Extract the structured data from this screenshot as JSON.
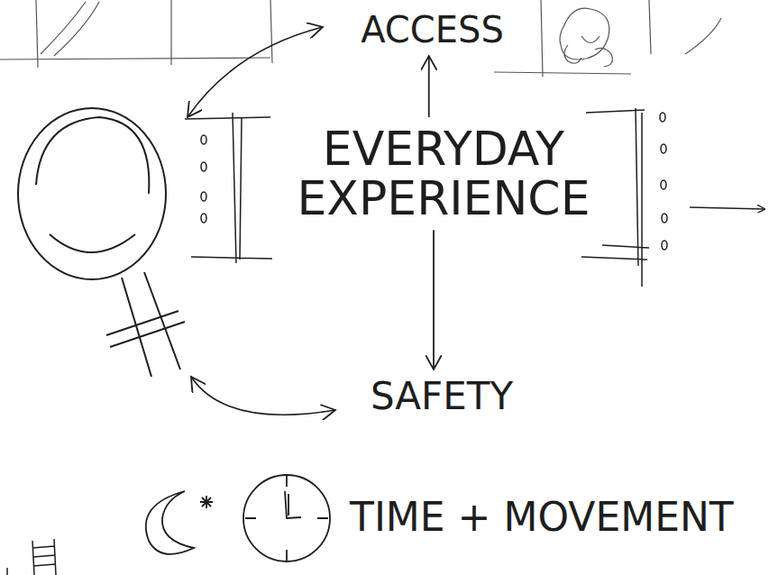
{
  "diagram": {
    "nodes": [
      {
        "text": [
          "ACCESS"
        ]
      },
      {
        "text": [
          "EVERYDAY EXPERIENCE"
        ]
      },
      {
        "text": [
          "SAFETY"
        ]
      }
    ],
    "edges": [
      {
        "from": 1,
        "to": 0,
        "arrow": "to"
      },
      {
        "from": 1,
        "to": 2,
        "arrow": "to"
      }
    ],
    "labels": [
      "TIME + MOVEMENT"
    ]
  }
}
